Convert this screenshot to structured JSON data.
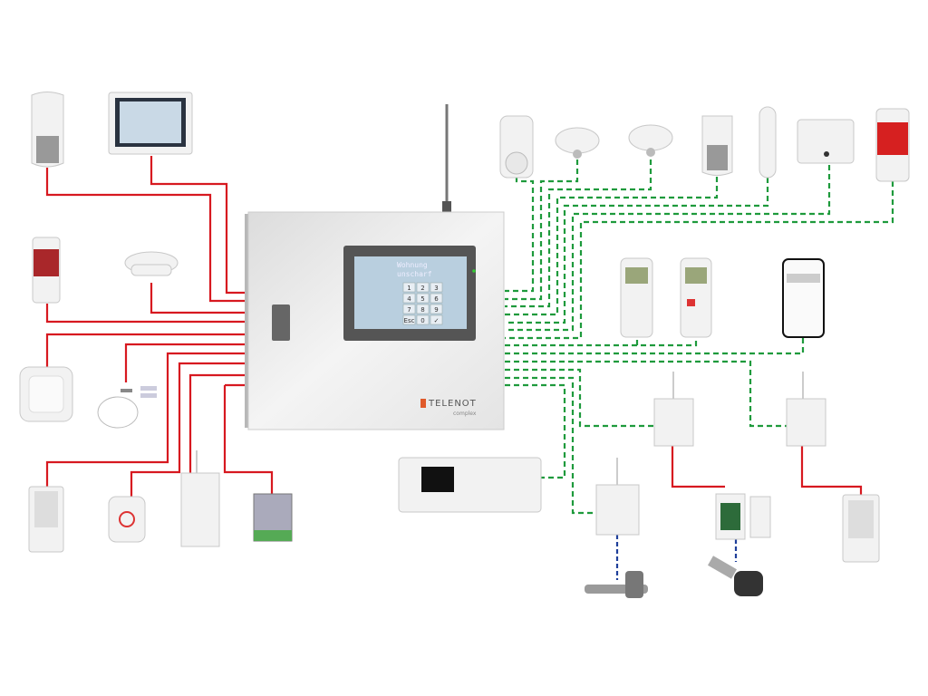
{
  "panel": {
    "brand": "TELENOT",
    "model": "complex",
    "screen_line1": "Wohnung",
    "screen_line2": "unscharf",
    "keys": [
      "1",
      "2",
      "3",
      "4",
      "5",
      "6",
      "7",
      "8",
      "9",
      "Esc",
      "0",
      "✓"
    ]
  },
  "colors": {
    "wired": "#d71920",
    "wireless": "#1e9a3c",
    "lock_link": "#1f3f9a",
    "brand_accent": "#e05a2a"
  }
}
